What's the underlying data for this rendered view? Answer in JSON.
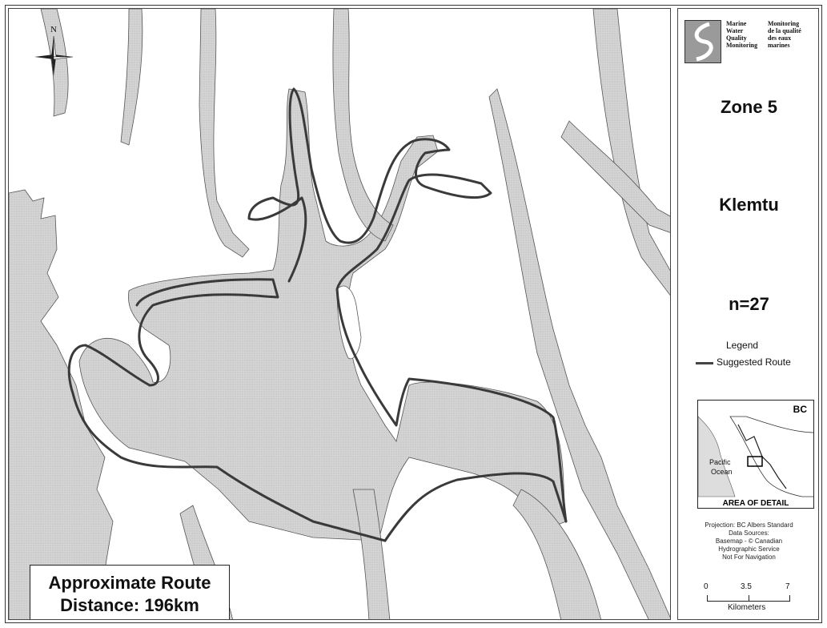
{
  "map": {
    "north_label": "N",
    "route_box": {
      "line1": "Approximate Route",
      "line2": "Distance: 196km"
    }
  },
  "sidebar": {
    "logo": {
      "en_line1": "Marine",
      "en_line2": "Water",
      "en_line3": "Quality",
      "en_line4": "Monitoring",
      "fr_line1": "Monitoring",
      "fr_line2": "de la qualité",
      "fr_line3": "des eaux",
      "fr_line4": "marines"
    },
    "zone": "Zone 5",
    "location": "Klemtu",
    "sample_count": "n=27",
    "legend": {
      "title": "Legend",
      "route_label": "Suggested Route",
      "route_color": "#444444"
    },
    "inset": {
      "province": "BC",
      "ocean_line1": "Pacific",
      "ocean_line2": "Ocean",
      "area_label": "AREA OF DETAIL"
    },
    "credits": {
      "line1": "Projection: BC Albers Standard",
      "line2": "Data Sources:",
      "line3": "Basemap - © Canadian",
      "line4": "Hydrographic Service",
      "line5": "Not For Navigation"
    },
    "scale": {
      "tick0": "0",
      "tick1": "3.5",
      "tick2": "7",
      "unit": "Kilometers"
    }
  },
  "colors": {
    "water": "#d9d9d9",
    "land": "#ffffff",
    "route": "#444444"
  }
}
